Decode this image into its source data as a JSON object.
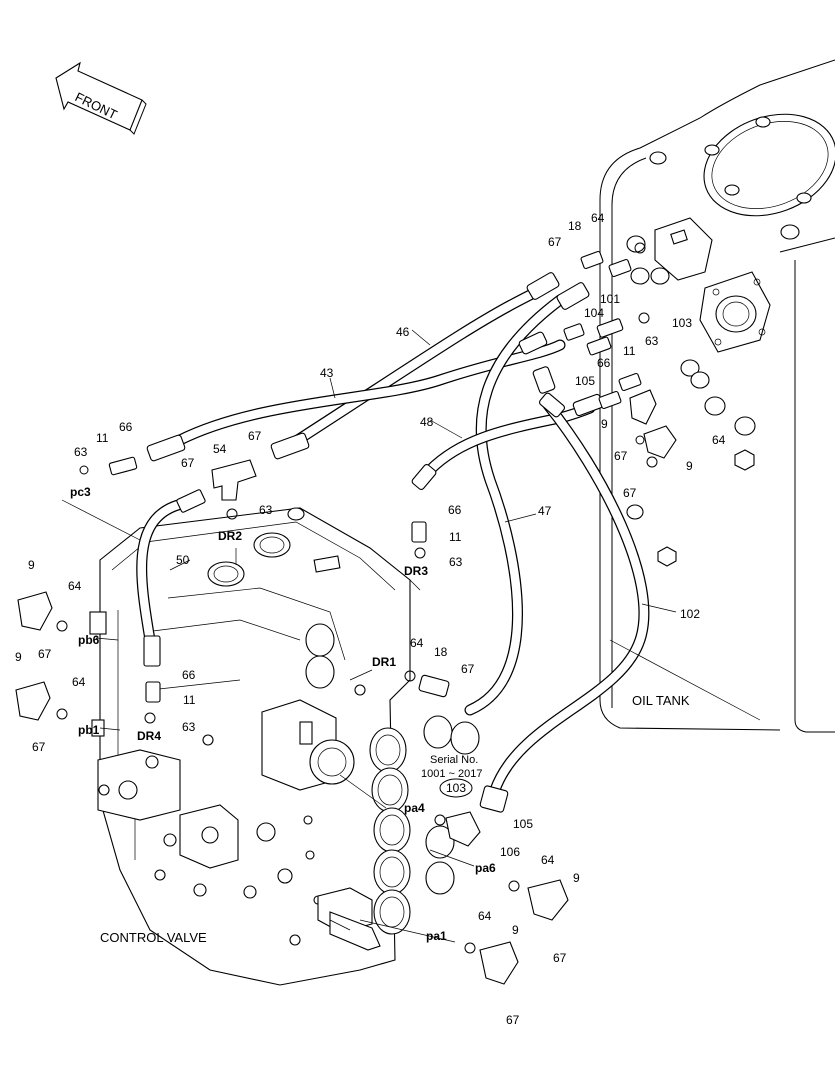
{
  "front_label": "FRONT",
  "oil_tank_label": "OIL TANK",
  "control_valve_label": "CONTROL VALVE",
  "serial": {
    "label": "Serial No.",
    "range": "1001 ~ 2017"
  },
  "callouts": {
    "c18a": "18",
    "c64a": "64",
    "c67a": "67",
    "c101": "101",
    "c103a": "103",
    "c104": "104",
    "c105a": "105",
    "c66a": "66",
    "c11a": "11",
    "c63a": "63",
    "c9a": "9",
    "c64b": "64",
    "c67b": "67",
    "c9b": "9",
    "c67c": "67",
    "c46": "46",
    "c43": "43",
    "c48": "48",
    "c47": "47",
    "c102": "102",
    "c11b": "11",
    "c66b": "66",
    "c63b": "63",
    "c54": "54",
    "c67d": "67",
    "c67e": "67",
    "c63c": "63",
    "c50": "50",
    "c66c": "66",
    "c11c": "11",
    "c63d": "63",
    "c9c": "9",
    "c64c": "64",
    "c67f": "67",
    "c9d": "9",
    "c64d": "64",
    "c67g": "67",
    "c66d": "66",
    "c11d": "11",
    "c63e": "63",
    "c64e": "64",
    "c18b": "18",
    "c67h": "67",
    "c103b": "103",
    "c105b": "105",
    "c106": "106",
    "c64f": "64",
    "c9e": "9",
    "c67i": "67",
    "c64g": "64",
    "c9f": "9",
    "c67j": "67"
  },
  "ports": {
    "pc3": "pc3",
    "DR2": "DR2",
    "DR3": "DR3",
    "pb6": "pb6",
    "pb1": "pb1",
    "DR4": "DR4",
    "DR1": "DR1",
    "pa4": "pa4",
    "pa6": "pa6",
    "pa1": "pa1"
  }
}
